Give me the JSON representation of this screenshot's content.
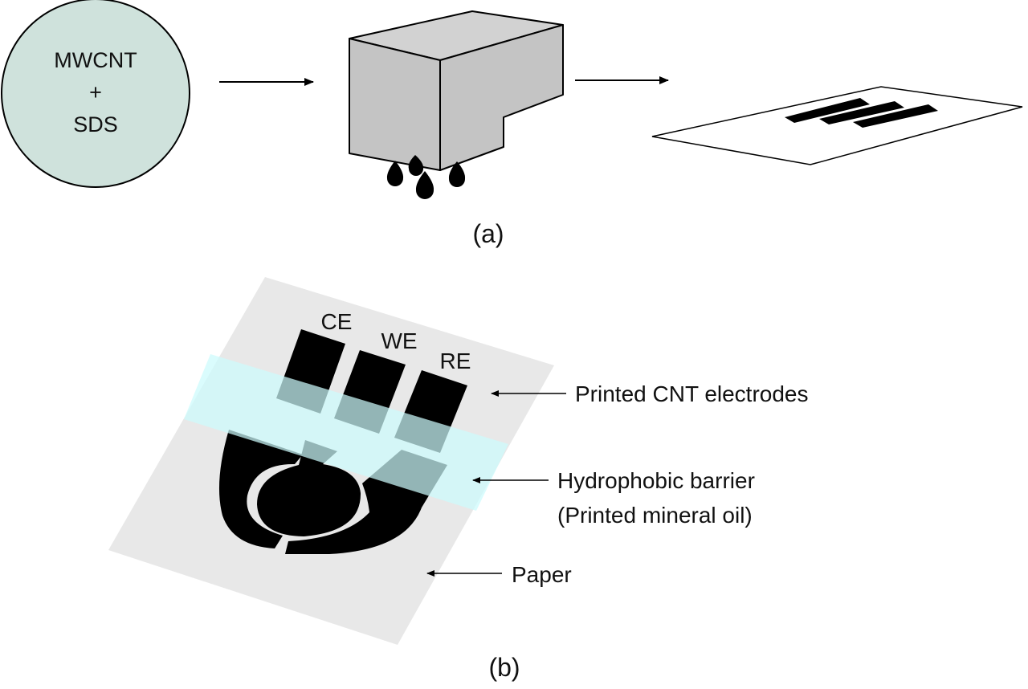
{
  "panel_a": {
    "ink_line1": "MWCNT",
    "ink_line2": "+",
    "ink_line3": "SDS",
    "caption": "(a)",
    "colors": {
      "ink_circle": "#cfe2dc",
      "printer": "#c4c4c4"
    },
    "icons": [
      "ink-circle",
      "inkjet-printhead-icon",
      "ink-droplets-icon",
      "printed-paper-sheet-icon"
    ]
  },
  "panel_b": {
    "electrode_labels": [
      "CE",
      "WE",
      "RE"
    ],
    "callouts": {
      "electrodes": "Printed CNT electrodes",
      "barrier_line1": "Hydrophobic barrier",
      "barrier_line2": "(Printed mineral oil)",
      "paper": "Paper"
    },
    "caption": "(b)",
    "colors": {
      "paper": "#e8e8e8",
      "barrier": "#ccfbfc",
      "electrode": "#000000"
    }
  }
}
